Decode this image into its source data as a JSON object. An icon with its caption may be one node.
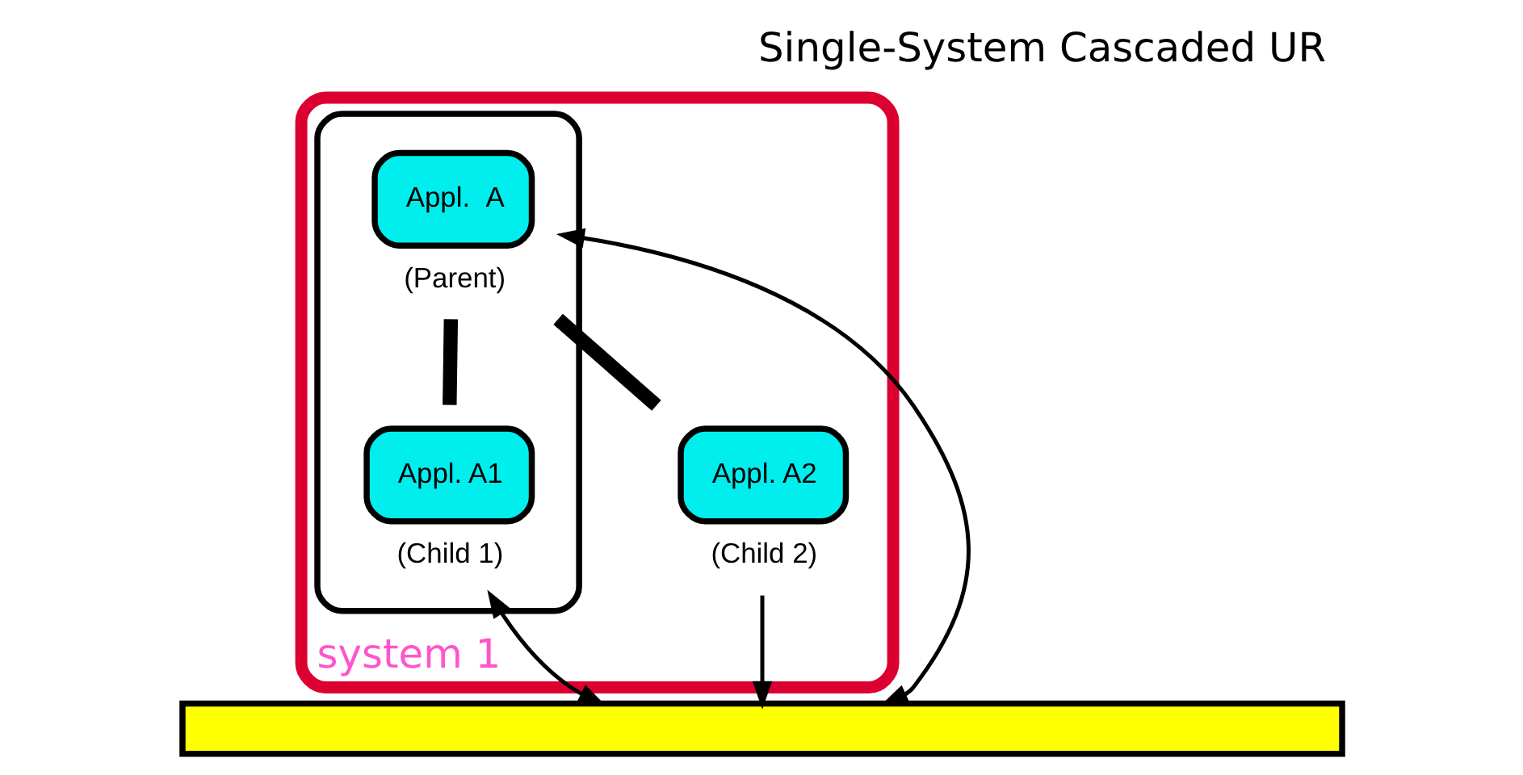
{
  "diagram": {
    "title": "Single-System Cascaded UR",
    "nodes": [
      {
        "text": [
          "system 1"
        ]
      },
      {
        "text": [],
        "shape": "ellipse",
        "in": 0
      },
      {
        "text": [
          "Appl.  A"
        ],
        "beside": [
          "(Parent)"
        ],
        "in": 1
      },
      {
        "text": [
          "Appl. A1"
        ],
        "beside": [
          "(Child 1)"
        ],
        "in": 1
      },
      {
        "text": [
          "Appl. A2"
        ],
        "beside": [
          "(Child 2)"
        ],
        "in": 0
      },
      {
        "text": [],
        "shape": "bar"
      }
    ],
    "edges": [
      {
        "from": 2,
        "to": 3,
        "arrow": "none",
        "style": "thick"
      },
      {
        "from": 2,
        "to": 4,
        "arrow": "none",
        "style": "thick"
      },
      {
        "from": 2,
        "to": 5,
        "arrow": "both"
      },
      {
        "from": 3,
        "to": 5,
        "arrow": "both"
      },
      {
        "from": 4,
        "to": 5,
        "arrow": "to"
      }
    ]
  }
}
